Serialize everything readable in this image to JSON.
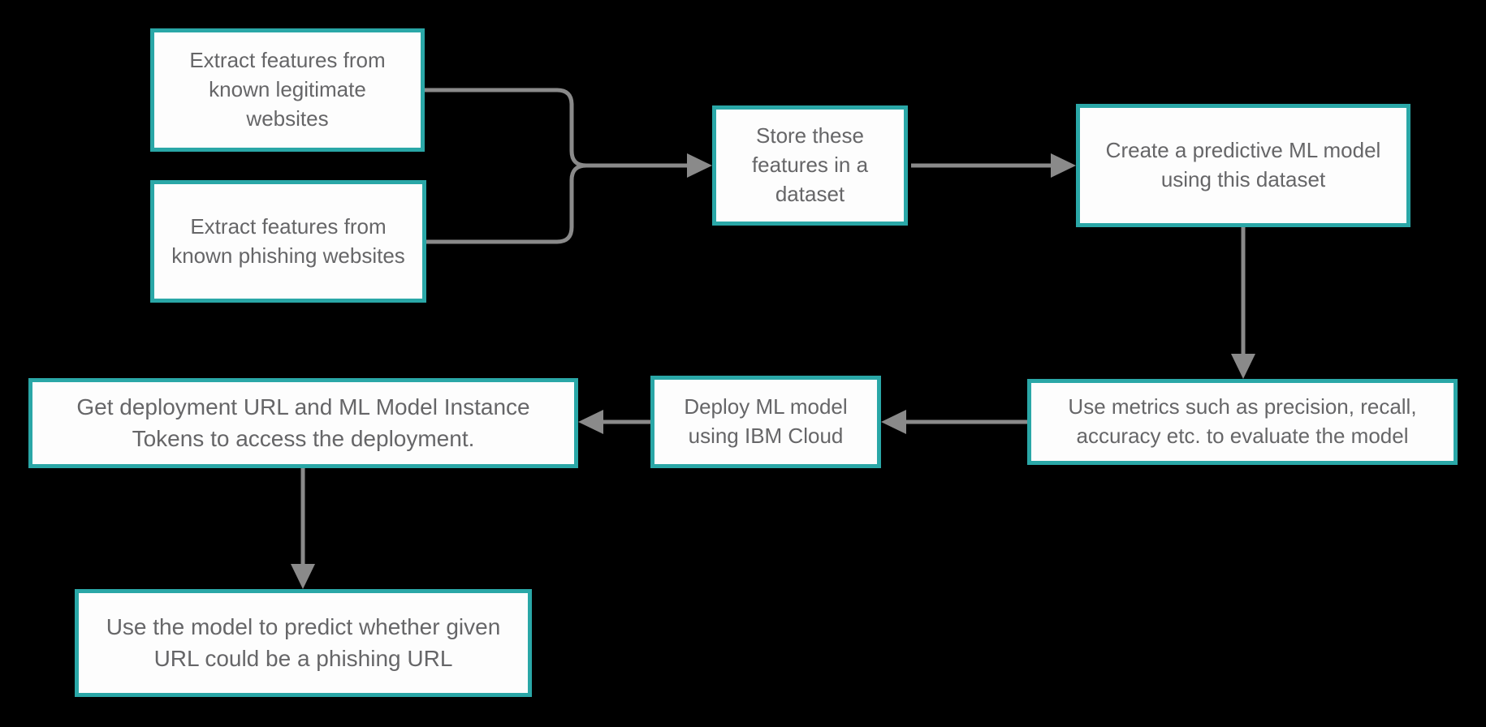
{
  "theme": {
    "bg": "#000000",
    "box-bg": "#fdfdfd",
    "accent": "#2aa7a7",
    "arrow": "#8a8a8a",
    "text": "#666668"
  },
  "diagram": {
    "type": "flowchart",
    "topic": "Phishing URL detection ML pipeline"
  },
  "nodes": {
    "extract_legitimate": {
      "label": "Extract features from\nknown legitimate\nwebsites"
    },
    "extract_phishing": {
      "label": "Extract features from\nknown phishing websites"
    },
    "store_features": {
      "label": "Store these\nfeatures in a\ndataset"
    },
    "create_model": {
      "label": "Create a predictive ML model\nusing this dataset"
    },
    "evaluate_model": {
      "label": "Use metrics such as precision, recall,\naccuracy etc. to evaluate the model"
    },
    "deploy_model": {
      "label": "Deploy ML model\nusing IBM Cloud"
    },
    "get_deployment": {
      "label": "Get deployment URL and ML Model Instance\nTokens to access the deployment."
    },
    "predict_url": {
      "label": "Use the model to predict whether given\nURL could be a phishing URL"
    }
  },
  "edges": [
    {
      "from": "extract_legitimate",
      "to": "store_features"
    },
    {
      "from": "extract_phishing",
      "to": "store_features"
    },
    {
      "from": "store_features",
      "to": "create_model"
    },
    {
      "from": "create_model",
      "to": "evaluate_model"
    },
    {
      "from": "evaluate_model",
      "to": "deploy_model"
    },
    {
      "from": "deploy_model",
      "to": "get_deployment"
    },
    {
      "from": "get_deployment",
      "to": "predict_url"
    }
  ]
}
